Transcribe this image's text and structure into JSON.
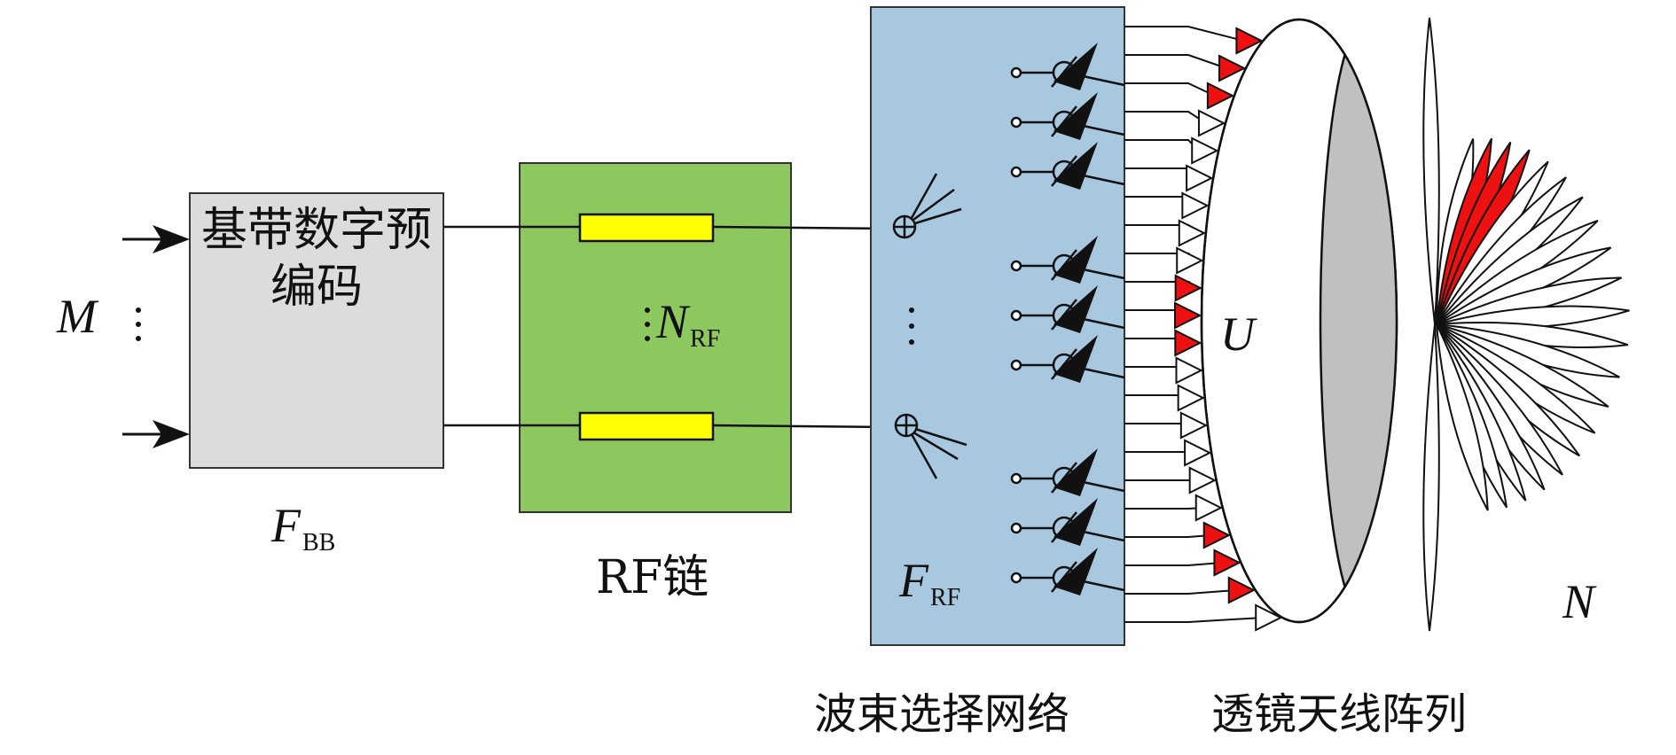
{
  "labels": {
    "m": "M",
    "baseband_text": "基带数字预编码",
    "f_bb_main": "F",
    "f_bb_sub": "BB",
    "n_rf_main": "N",
    "n_rf_sub": "RF",
    "rf_chain": "RF链",
    "f_rf_main": "F",
    "f_rf_sub": "RF",
    "u": "U",
    "n": "N",
    "beam_selection_network": "波束选择网络",
    "lens_antenna_array": "透镜天线阵列"
  },
  "colors": {
    "baseband_fill": "#dcdcdc",
    "rf_chain_fill": "#8dc85e",
    "rf_element_fill": "#ffff00",
    "network_fill": "#a8c8e0",
    "lens_inner_fill": "#c0c0c0",
    "beam_active_fill": "#ee1111",
    "stroke": "#111111"
  }
}
